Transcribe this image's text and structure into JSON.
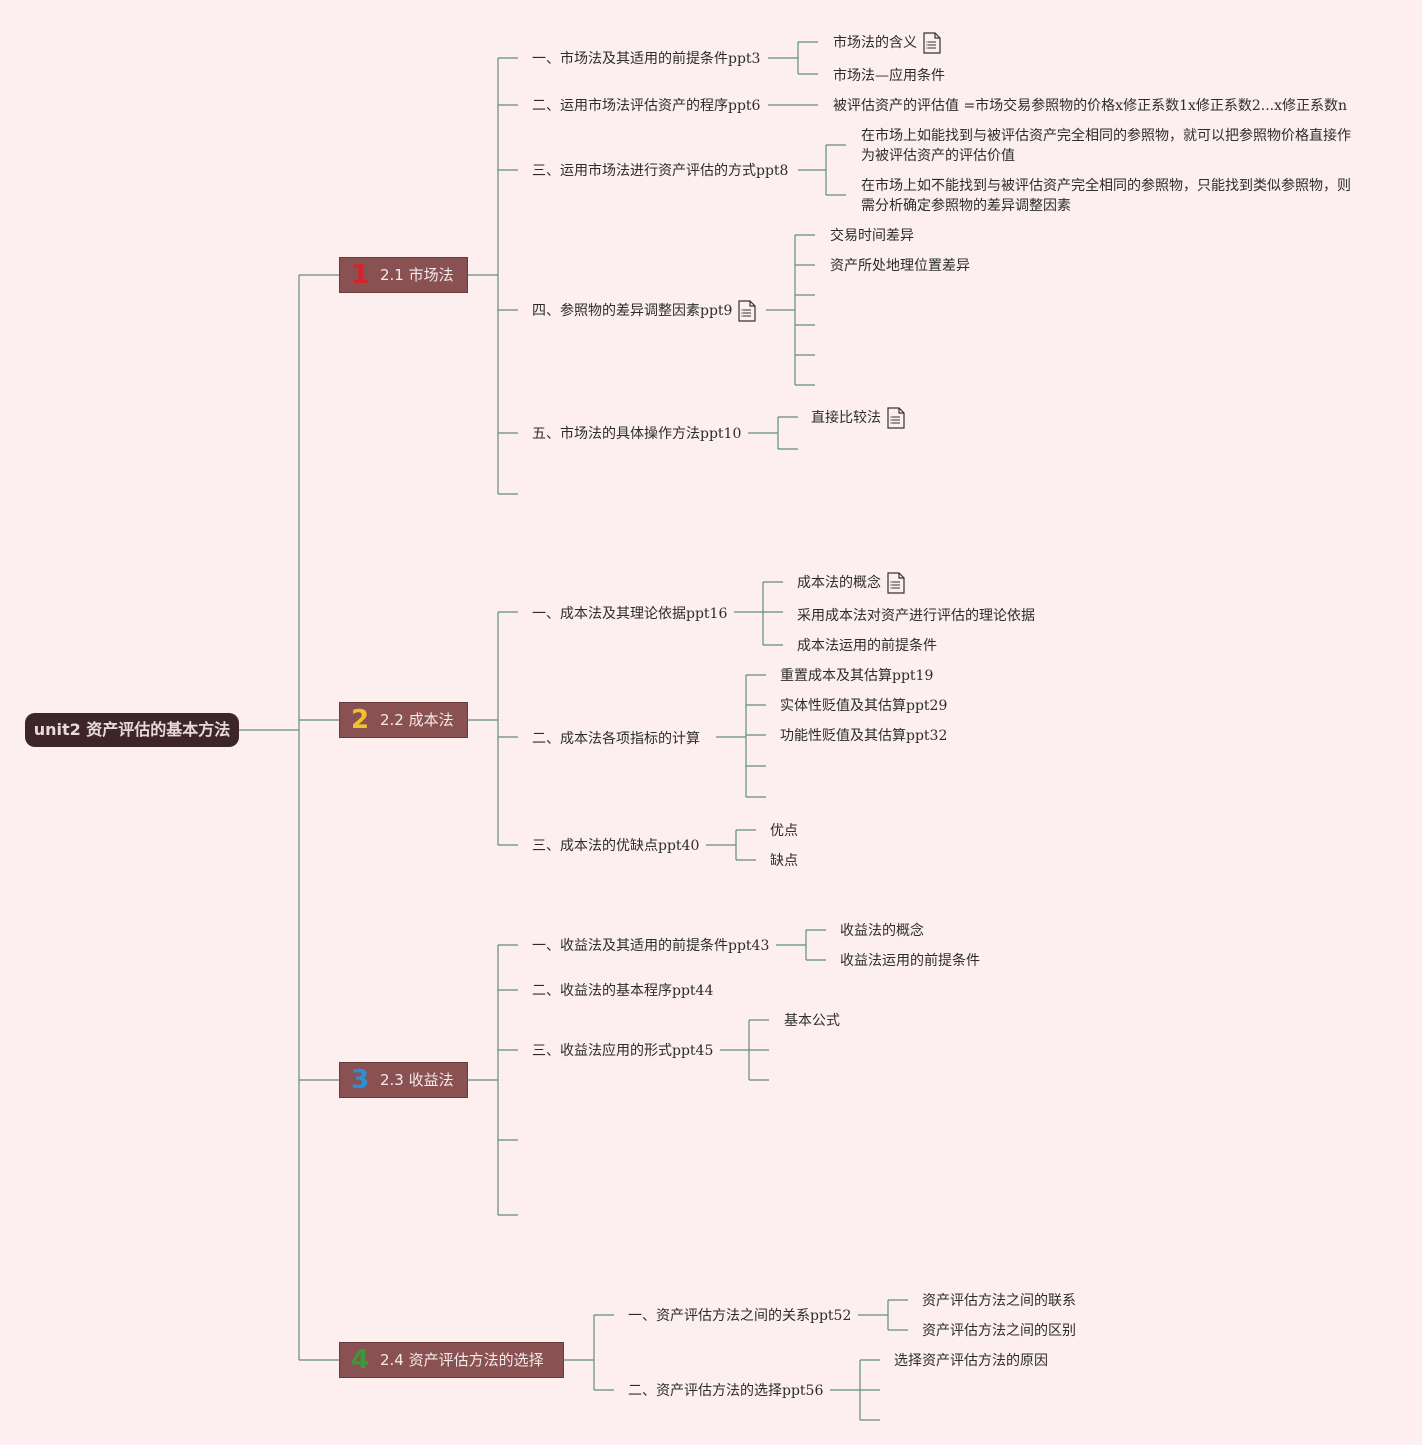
{
  "root": {
    "label": "unit2 资产评估的基本方法"
  },
  "sections": [
    {
      "marker": "1",
      "marker_color": "#d2252b",
      "label": "2.1 市场法"
    },
    {
      "marker": "2",
      "marker_color": "#f2c12e",
      "label": "2.2 成本法"
    },
    {
      "marker": "3",
      "marker_color": "#2b8fd8",
      "label": "2.3 收益法"
    },
    {
      "marker": "4",
      "marker_color": "#3a9a3a",
      "label": "2.4 资产评估方法的选择"
    }
  ],
  "market": {
    "n1": "一、市场法及其适用的前提条件ppt3",
    "n1a": "市场法的含义",
    "n1b": "市场法—应用条件",
    "n2": "二、运用市场法评估资产的程序ppt6",
    "n2a": "被评估资产的评估值 =市场交易参照物的价格x修正系数1x修正系数2...x修正系数n",
    "n3": "三、运用市场法进行资产评估的方式ppt8",
    "n3a": "在市场上如能找到与被评估资产完全相同的参照物，就可以把参照物价格直接作为被评估资产的评估价值",
    "n3b": "在市场上如不能找到与被评估资产完全相同的参照物，只能找到类似参照物，则需分析确定参照物的差异调整因素",
    "n4": "四、参照物的差异调整因素ppt9",
    "n4a": "交易时间差异",
    "n4b": "资产所处地理位置差异",
    "n5": "五、市场法的具体操作方法ppt10",
    "n5a": "直接比较法"
  },
  "cost": {
    "n1": "一、成本法及其理论依据ppt16",
    "n1a": "成本法的概念",
    "n1b": "采用成本法对资产进行评估的理论依据",
    "n1c": "成本法运用的前提条件",
    "n2": "二、成本法各项指标的计算",
    "n2a": "重置成本及其估算ppt19",
    "n2b": "实体性贬值及其估算ppt29",
    "n2c": "功能性贬值及其估算ppt32",
    "n3": "三、成本法的优缺点ppt40",
    "n3a": "优点",
    "n3b": "缺点"
  },
  "income": {
    "n1": "一、收益法及其适用的前提条件ppt43",
    "n1a": "收益法的概念",
    "n1b": "收益法运用的前提条件",
    "n2": "二、收益法的基本程序ppt44",
    "n3": "三、收益法应用的形式ppt45",
    "n3a": "基本公式"
  },
  "choice": {
    "n1": "一、资产评估方法之间的关系ppt52",
    "n1a": "资产评估方法之间的联系",
    "n1b": "资产评估方法之间的区别",
    "n2": "二、资产评估方法的选择ppt56",
    "n2a": "选择资产评估方法的原因"
  },
  "icons": {
    "note": "document-icon",
    "line_color": "#5f8c86",
    "root_line_color": "#8b8b8b"
  }
}
